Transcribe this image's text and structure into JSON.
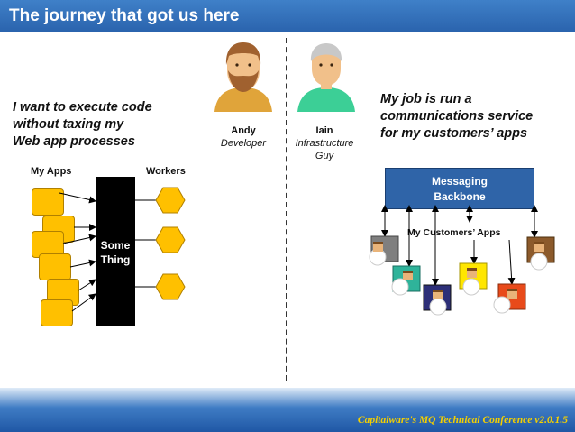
{
  "slide": {
    "title": "The journey that got us here",
    "footer": "Capitalware's MQ Technical Conference v2.0.1.5"
  },
  "left": {
    "quote": [
      "I want to execute code",
      "without taxing my",
      "Web app processes"
    ],
    "apps_label": "My Apps",
    "workers_label": "Workers",
    "middle_label": [
      "Some",
      "Thing"
    ]
  },
  "people": {
    "developer": {
      "name": "Andy",
      "role": "Developer"
    },
    "infrastructure": {
      "name": "Iain",
      "role": [
        "Infrastructure",
        "Guy"
      ]
    }
  },
  "right": {
    "quote": [
      "My job is run a",
      "communications service",
      "for my customers’ apps"
    ],
    "backbone_label": [
      "Messaging",
      "Backbone"
    ],
    "customers_label": "My Customers’ Apps"
  },
  "colors": {
    "title_bar": "#2a63ad",
    "app_box": "#ffc000",
    "backbone": "#2f64a8",
    "footer_text": "#f5d000",
    "developer_hair": "#a0612f",
    "developer_shirt": "#e0a43a",
    "infra_shirt": "#3ccf96",
    "customer_tiles": [
      "#7f7f7f",
      "#2fb39a",
      "#2d2f78",
      "#ffe600",
      "#e84a1a",
      "#8c5a2b"
    ]
  }
}
